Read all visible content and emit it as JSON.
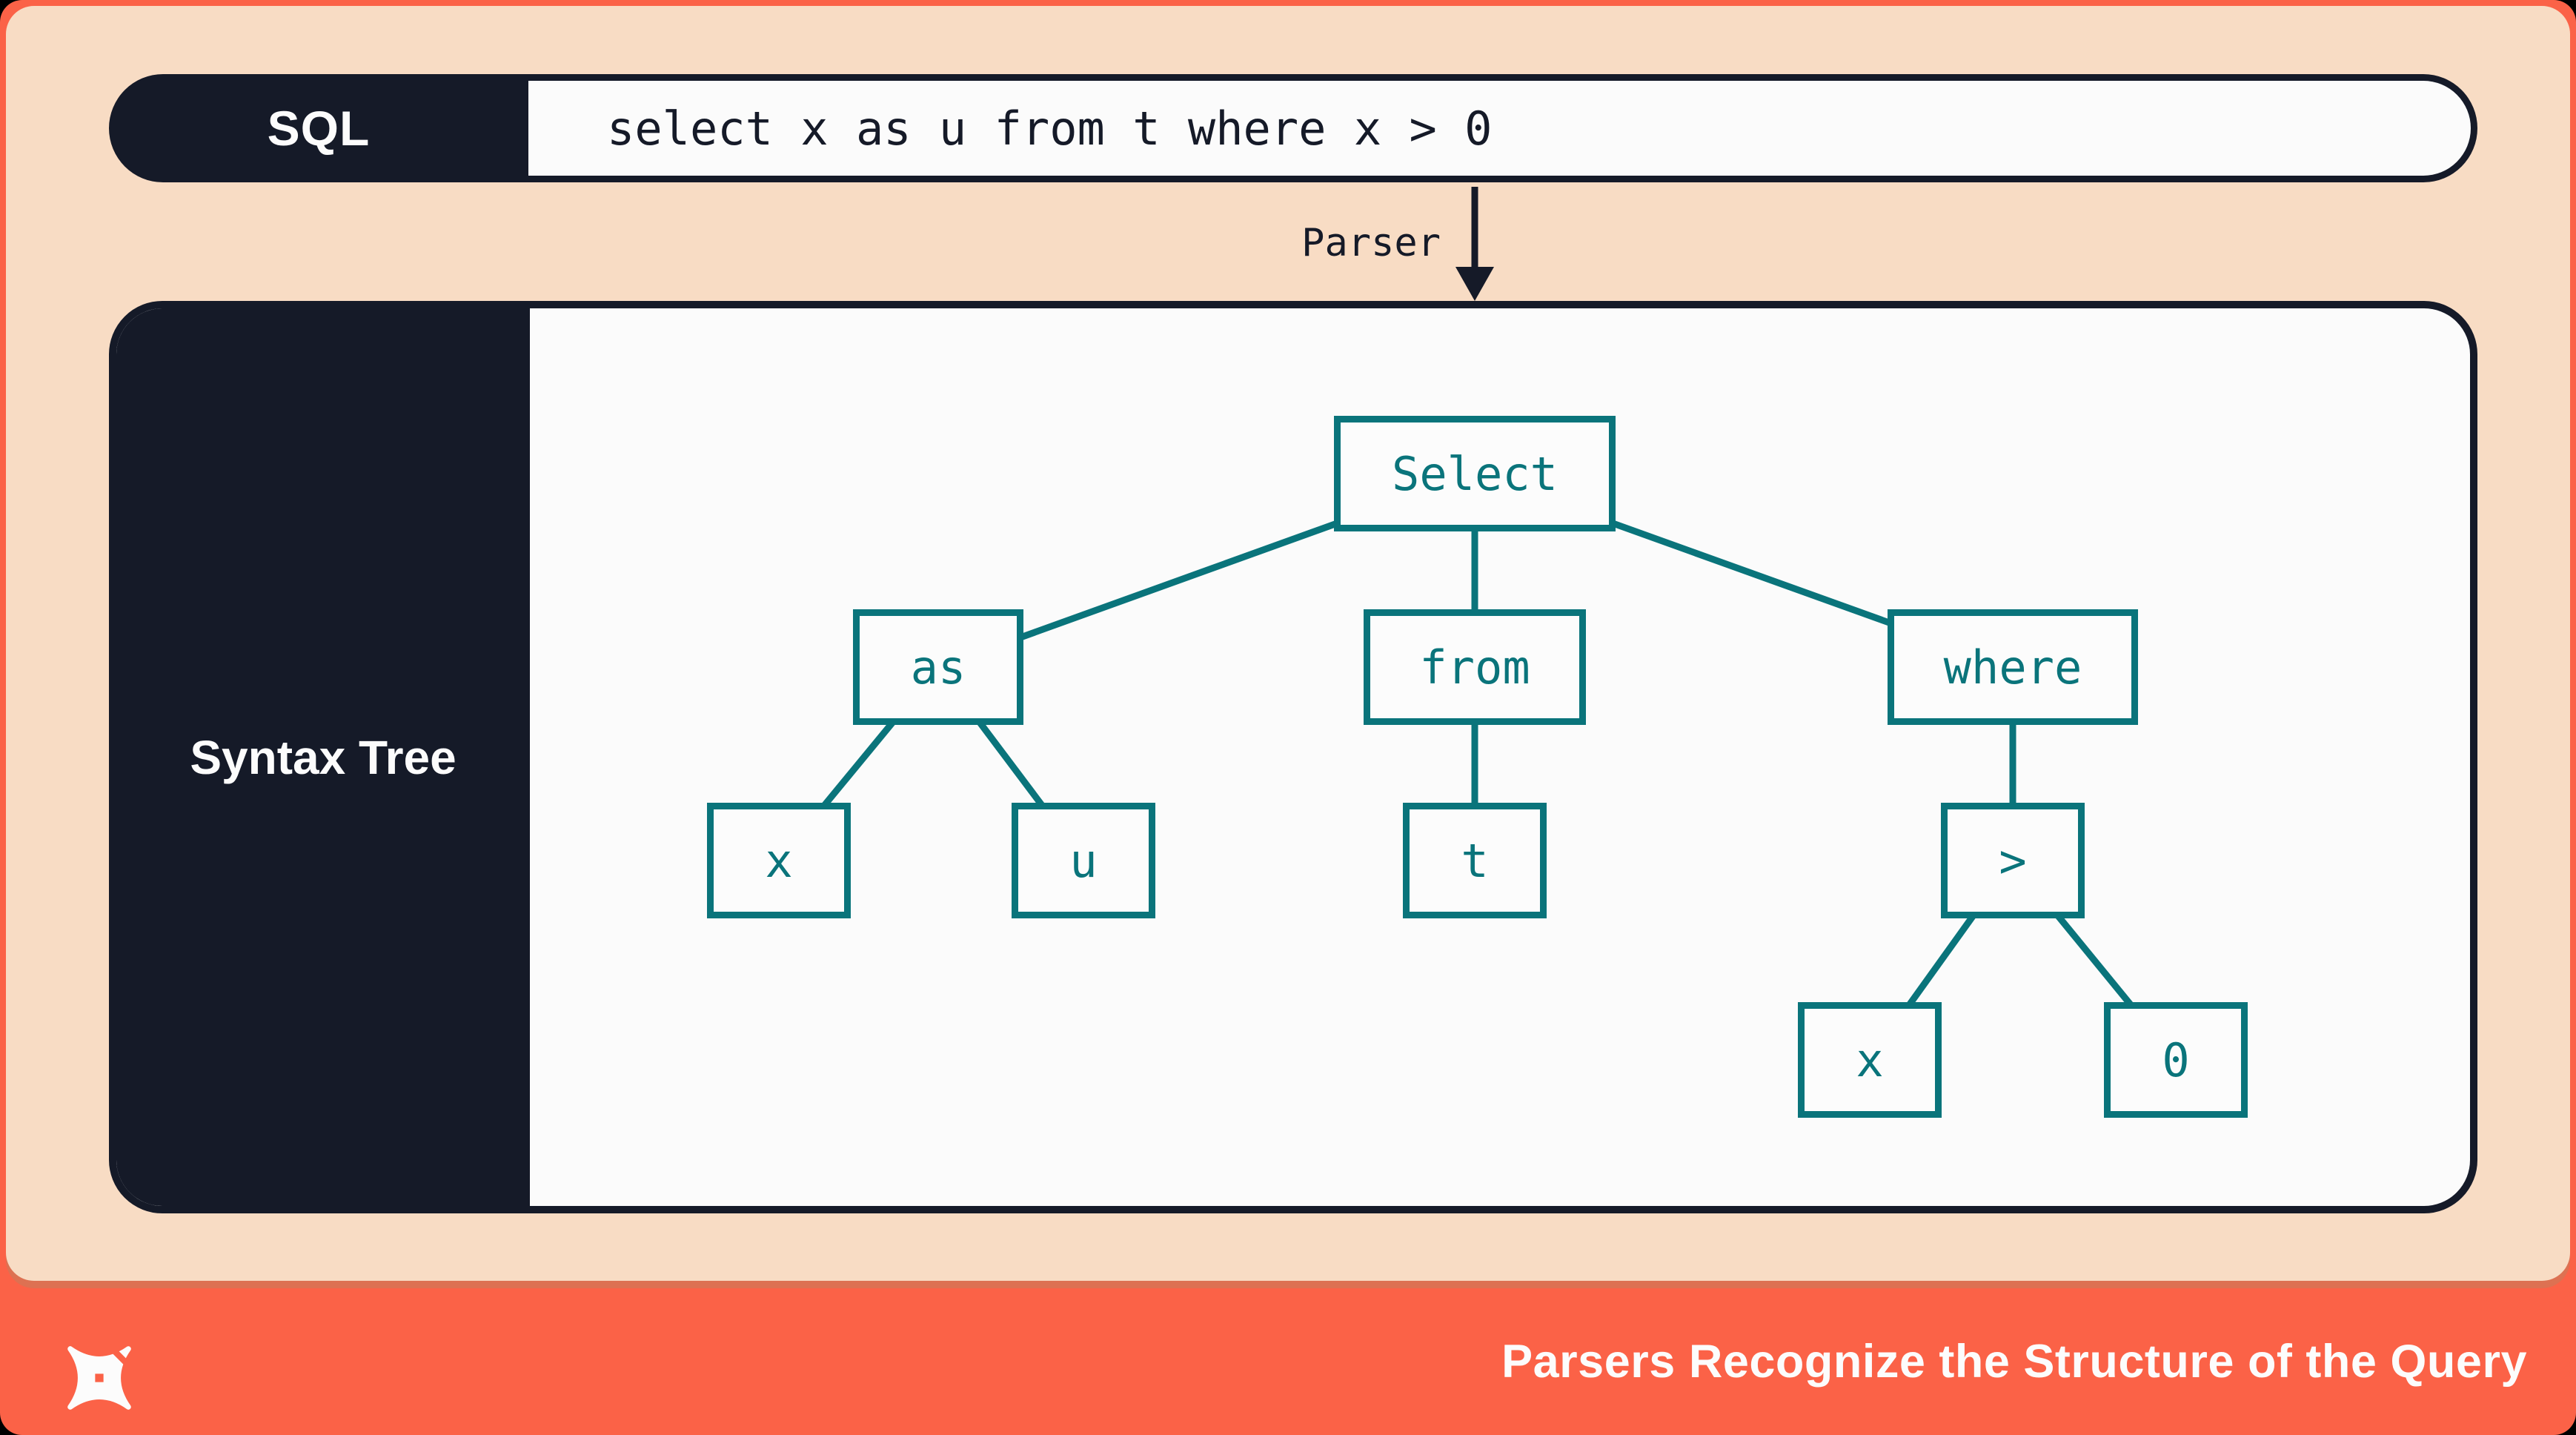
{
  "colors": {
    "accent_orange": "#FB6247",
    "peach": "#F8DCC4",
    "navy": "#151A28",
    "teal": "#0A747B",
    "panel_white": "#FBFBFB",
    "panel_shadow": "#DD7152"
  },
  "sql_bar": {
    "label": "SQL",
    "query": "select x as u from t where x > 0"
  },
  "parser_arrow": {
    "label": "Parser"
  },
  "syntax_tree": {
    "label": "Syntax Tree",
    "nodes": {
      "select": "Select",
      "as": "as",
      "from": "from",
      "where": "where",
      "x1": "x",
      "u": "u",
      "t": "t",
      "gt": ">",
      "x2": "x",
      "zero": "0"
    },
    "edges": [
      [
        "Select",
        "as"
      ],
      [
        "Select",
        "from"
      ],
      [
        "Select",
        "where"
      ],
      [
        "as",
        "x"
      ],
      [
        "as",
        "u"
      ],
      [
        "from",
        "t"
      ],
      [
        "where",
        ">"
      ],
      [
        ">",
        "x"
      ],
      [
        ">",
        "0"
      ]
    ]
  },
  "footer": {
    "title": "Parsers Recognize the Structure of the Query",
    "logo": "dbt-star-logo"
  }
}
